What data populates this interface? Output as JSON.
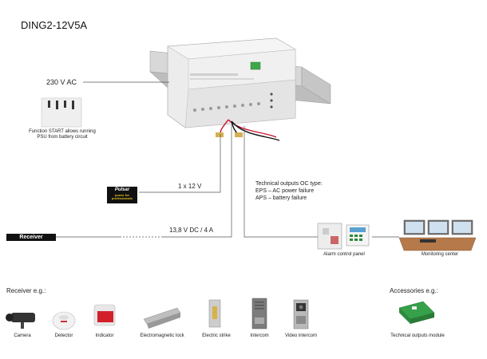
{
  "title": "DING2-12V5A",
  "labels": {
    "ac": "230 V AC",
    "start_function": "Function START allows running PSU from battery circuit",
    "battery": "1 x 12 V",
    "dc_output": "13,8 V DC / 4 A",
    "receiver": "Receiver",
    "tech_outputs_line1": "Technical outputs OC type:",
    "tech_outputs_line2": "EPS – AC power failure",
    "tech_outputs_line3": "APS – battery failure",
    "alarm_panel": "Alarm control panel",
    "monitoring": "Monitoring center",
    "pulsar_logo": "Pulsar"
  },
  "receiver_section": {
    "heading": "Receiver e.g.:",
    "items": [
      {
        "label": "Camera"
      },
      {
        "label": "Detector"
      },
      {
        "label": "Indicator"
      },
      {
        "label": "Electromagnetic lock"
      },
      {
        "label": "Electric strike"
      },
      {
        "label": "Intercom"
      },
      {
        "label": "Video intercom"
      }
    ]
  },
  "accessories_section": {
    "heading": "Accessories e.g.:",
    "items": [
      {
        "label": "Technical outputs module"
      }
    ]
  },
  "colors": {
    "wire_red": "#c8102e",
    "wire_black": "#111111",
    "line": "#555555"
  }
}
